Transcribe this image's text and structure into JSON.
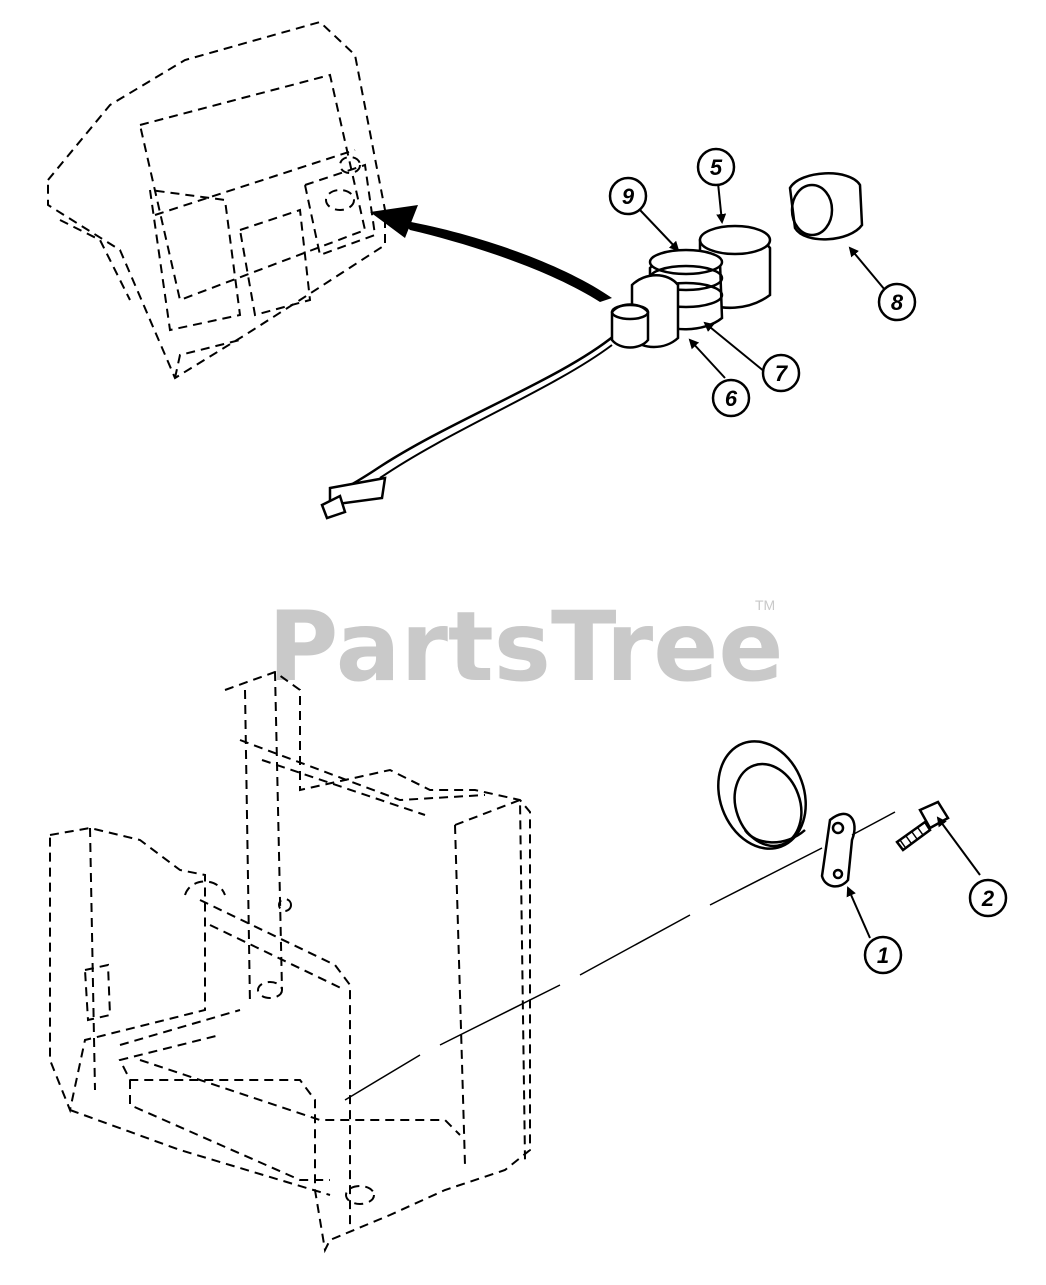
{
  "watermark": {
    "brand": "PartsTree",
    "trademark": "TM"
  },
  "colors": {
    "ink": "#000000",
    "watermark": "#c9c9c9",
    "background": "#ffffff"
  },
  "callouts": [
    "1",
    "2",
    "5",
    "6",
    "7",
    "8",
    "9"
  ],
  "parts": [
    {
      "id": "1",
      "icon": "horn-icon"
    },
    {
      "id": "2",
      "icon": "screw-icon"
    },
    {
      "id": "5",
      "icon": "switch-body-icon"
    },
    {
      "id": "6",
      "icon": "washer-icon"
    },
    {
      "id": "7",
      "icon": "nut-icon"
    },
    {
      "id": "8",
      "icon": "cap-icon"
    },
    {
      "id": "9",
      "icon": "bezel-icon"
    }
  ]
}
